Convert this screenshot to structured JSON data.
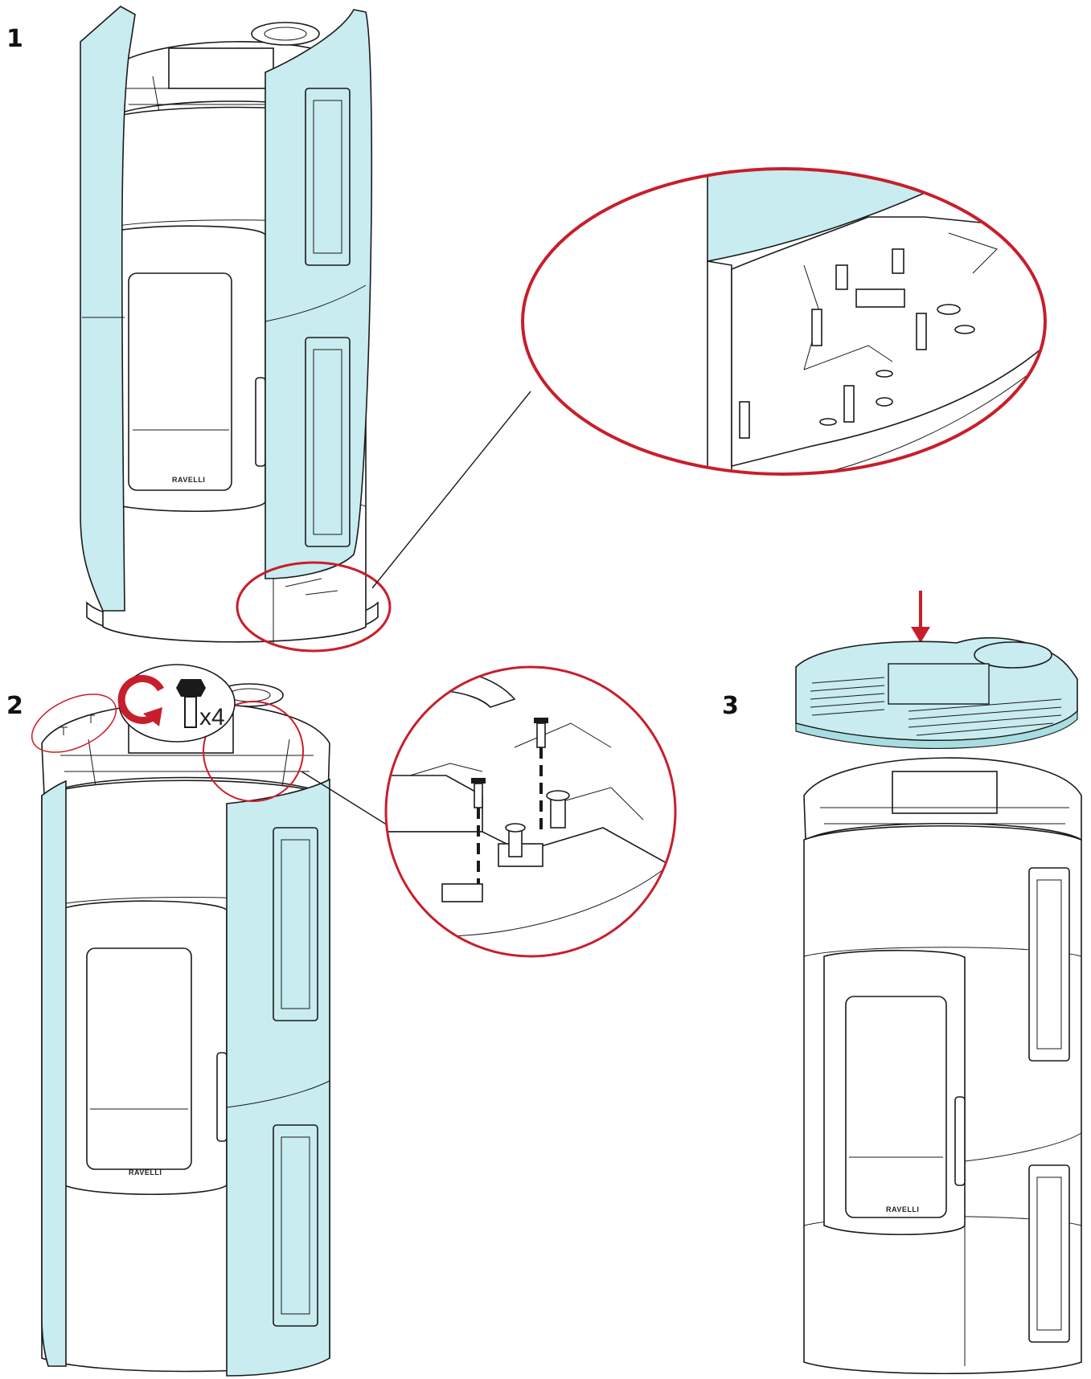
{
  "steps": {
    "s1": "1",
    "s2": "2",
    "s3": "3"
  },
  "brand": "RAVELLI",
  "screw_quantity": "x4",
  "colors": {
    "panel_fill": "#c8ecef",
    "callout_red": "#c81e2b",
    "outline": "#1a1a1a"
  },
  "icons": {
    "rotate": "clockwise-rotation-arrow-icon",
    "screw": "hex-screw-icon",
    "arrow": "down-arrow-icon"
  }
}
